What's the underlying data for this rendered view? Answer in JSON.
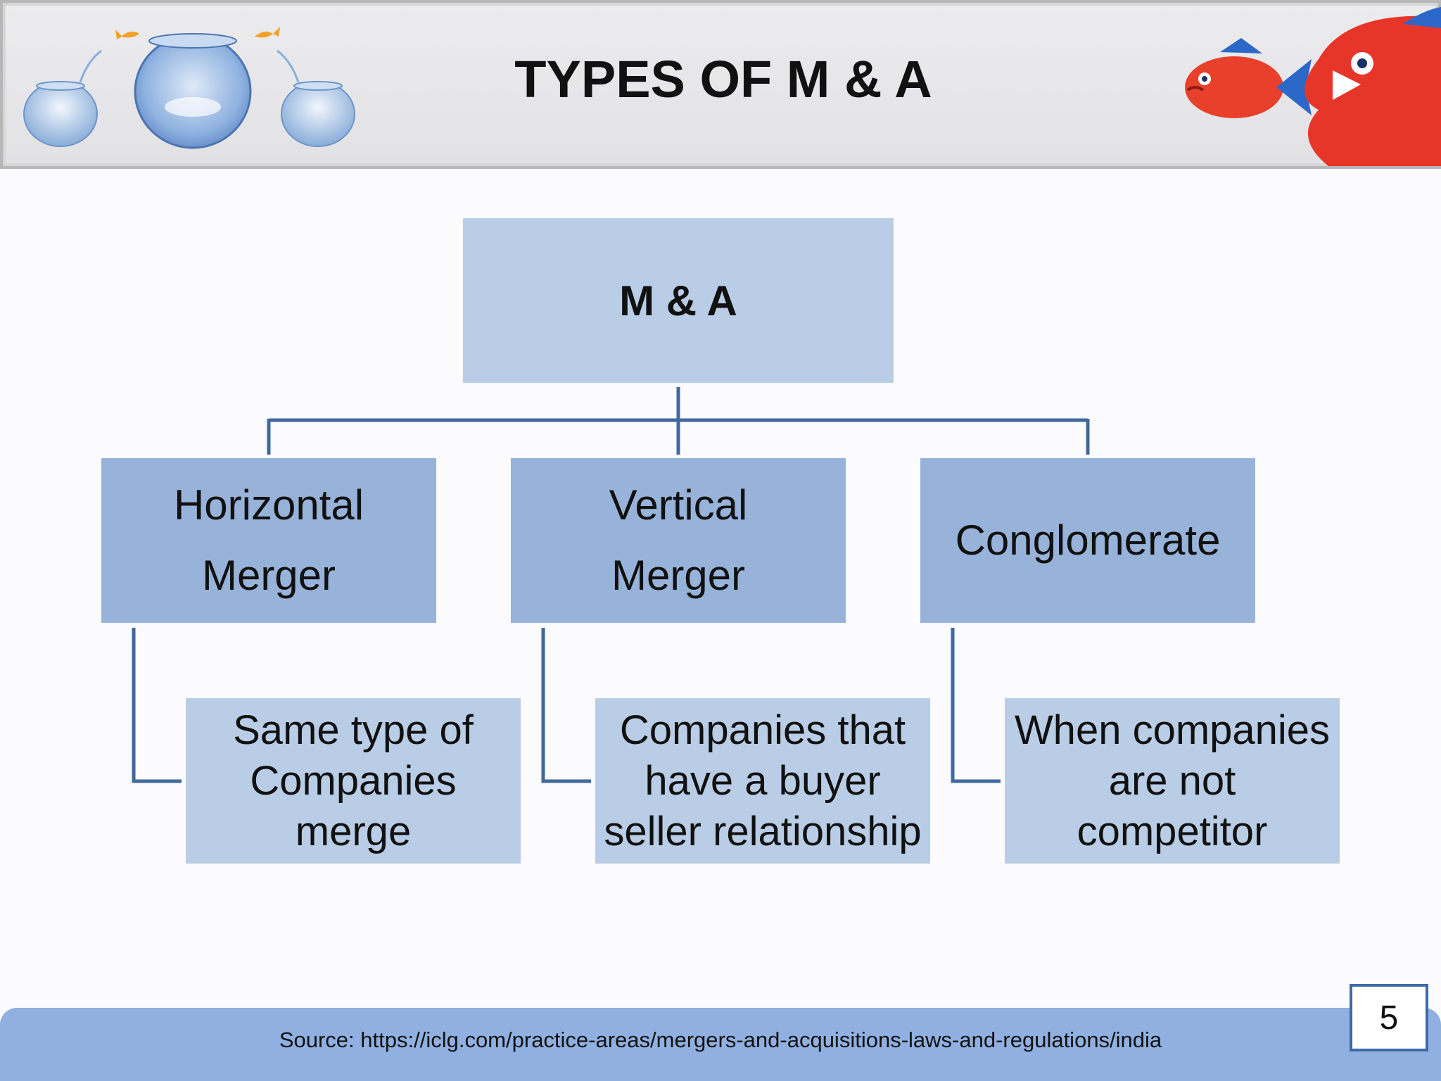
{
  "header": {
    "title": "TYPES OF M & A"
  },
  "diagram": {
    "root": {
      "label": "M & A"
    },
    "branches": [
      {
        "title_lines": [
          "Horizontal",
          "Merger"
        ],
        "description_lines": [
          "Same type of",
          "Companies",
          "merge"
        ]
      },
      {
        "title_lines": [
          "Vertical",
          "Merger"
        ],
        "description_lines": [
          "Companies that",
          "have a buyer",
          "seller relationship"
        ]
      },
      {
        "title_lines": [
          "Conglomerate"
        ],
        "description_lines": [
          "When companies",
          "are not",
          "competitor"
        ]
      }
    ]
  },
  "footer": {
    "source": "Source: https://iclg.com/practice-areas/mergers-and-acquisitions-laws-and-regulations/india"
  },
  "page_number": "5",
  "colors": {
    "root_fill": "#b9cde6",
    "branch_fill": "#98b3da",
    "description_fill": "#b9cde6",
    "connector": "#41699c",
    "footer_band": "#8fb0e0"
  }
}
